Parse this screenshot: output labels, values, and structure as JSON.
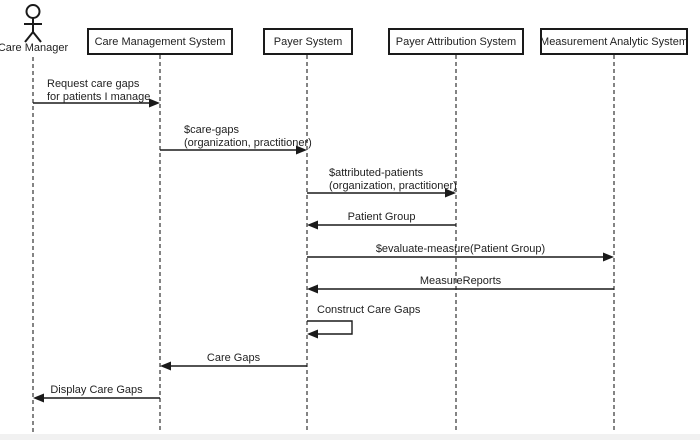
{
  "diagram": {
    "type": "uml-sequence-diagram",
    "actor": {
      "label": "Care Manager"
    },
    "participants": [
      {
        "label": "Care Management System"
      },
      {
        "label": "Payer System"
      },
      {
        "label": "Payer Attribution System"
      },
      {
        "label": "Measurement Analytic System"
      }
    ],
    "messages": [
      {
        "from": "Care Manager",
        "to": "Care Management System",
        "kind": "solid-arrow-right",
        "lines": [
          "Request care gaps",
          "for patients I manage"
        ]
      },
      {
        "from": "Care Management System",
        "to": "Payer System",
        "kind": "solid-arrow-right",
        "lines": [
          "$care-gaps",
          "(organization, practitioner)"
        ]
      },
      {
        "from": "Payer System",
        "to": "Payer Attribution System",
        "kind": "solid-arrow-right",
        "lines": [
          "$attributed-patients",
          "(organization, practitioner)"
        ]
      },
      {
        "from": "Payer Attribution System",
        "to": "Payer System",
        "kind": "solid-arrow-left",
        "lines": [
          "Patient Group"
        ]
      },
      {
        "from": "Payer System",
        "to": "Measurement Analytic System",
        "kind": "solid-arrow-right",
        "lines": [
          "$evaluate-measure(Patient Group)"
        ]
      },
      {
        "from": "Measurement Analytic System",
        "to": "Payer System",
        "kind": "solid-arrow-left",
        "lines": [
          "MeasureReports"
        ]
      },
      {
        "from": "Payer System",
        "to": "Payer System",
        "kind": "self-message",
        "lines": [
          "Construct Care Gaps"
        ]
      },
      {
        "from": "Payer System",
        "to": "Care Management System",
        "kind": "solid-arrow-left",
        "lines": [
          "Care Gaps"
        ]
      },
      {
        "from": "Care Management System",
        "to": "Care Manager",
        "kind": "solid-arrow-left",
        "lines": [
          "Display Care Gaps"
        ]
      }
    ],
    "colors": {
      "line": "#1a1a1a",
      "text": "#1f1f1f",
      "background": "#ffffff",
      "bottom_bar": "#f1f1f1"
    }
  }
}
